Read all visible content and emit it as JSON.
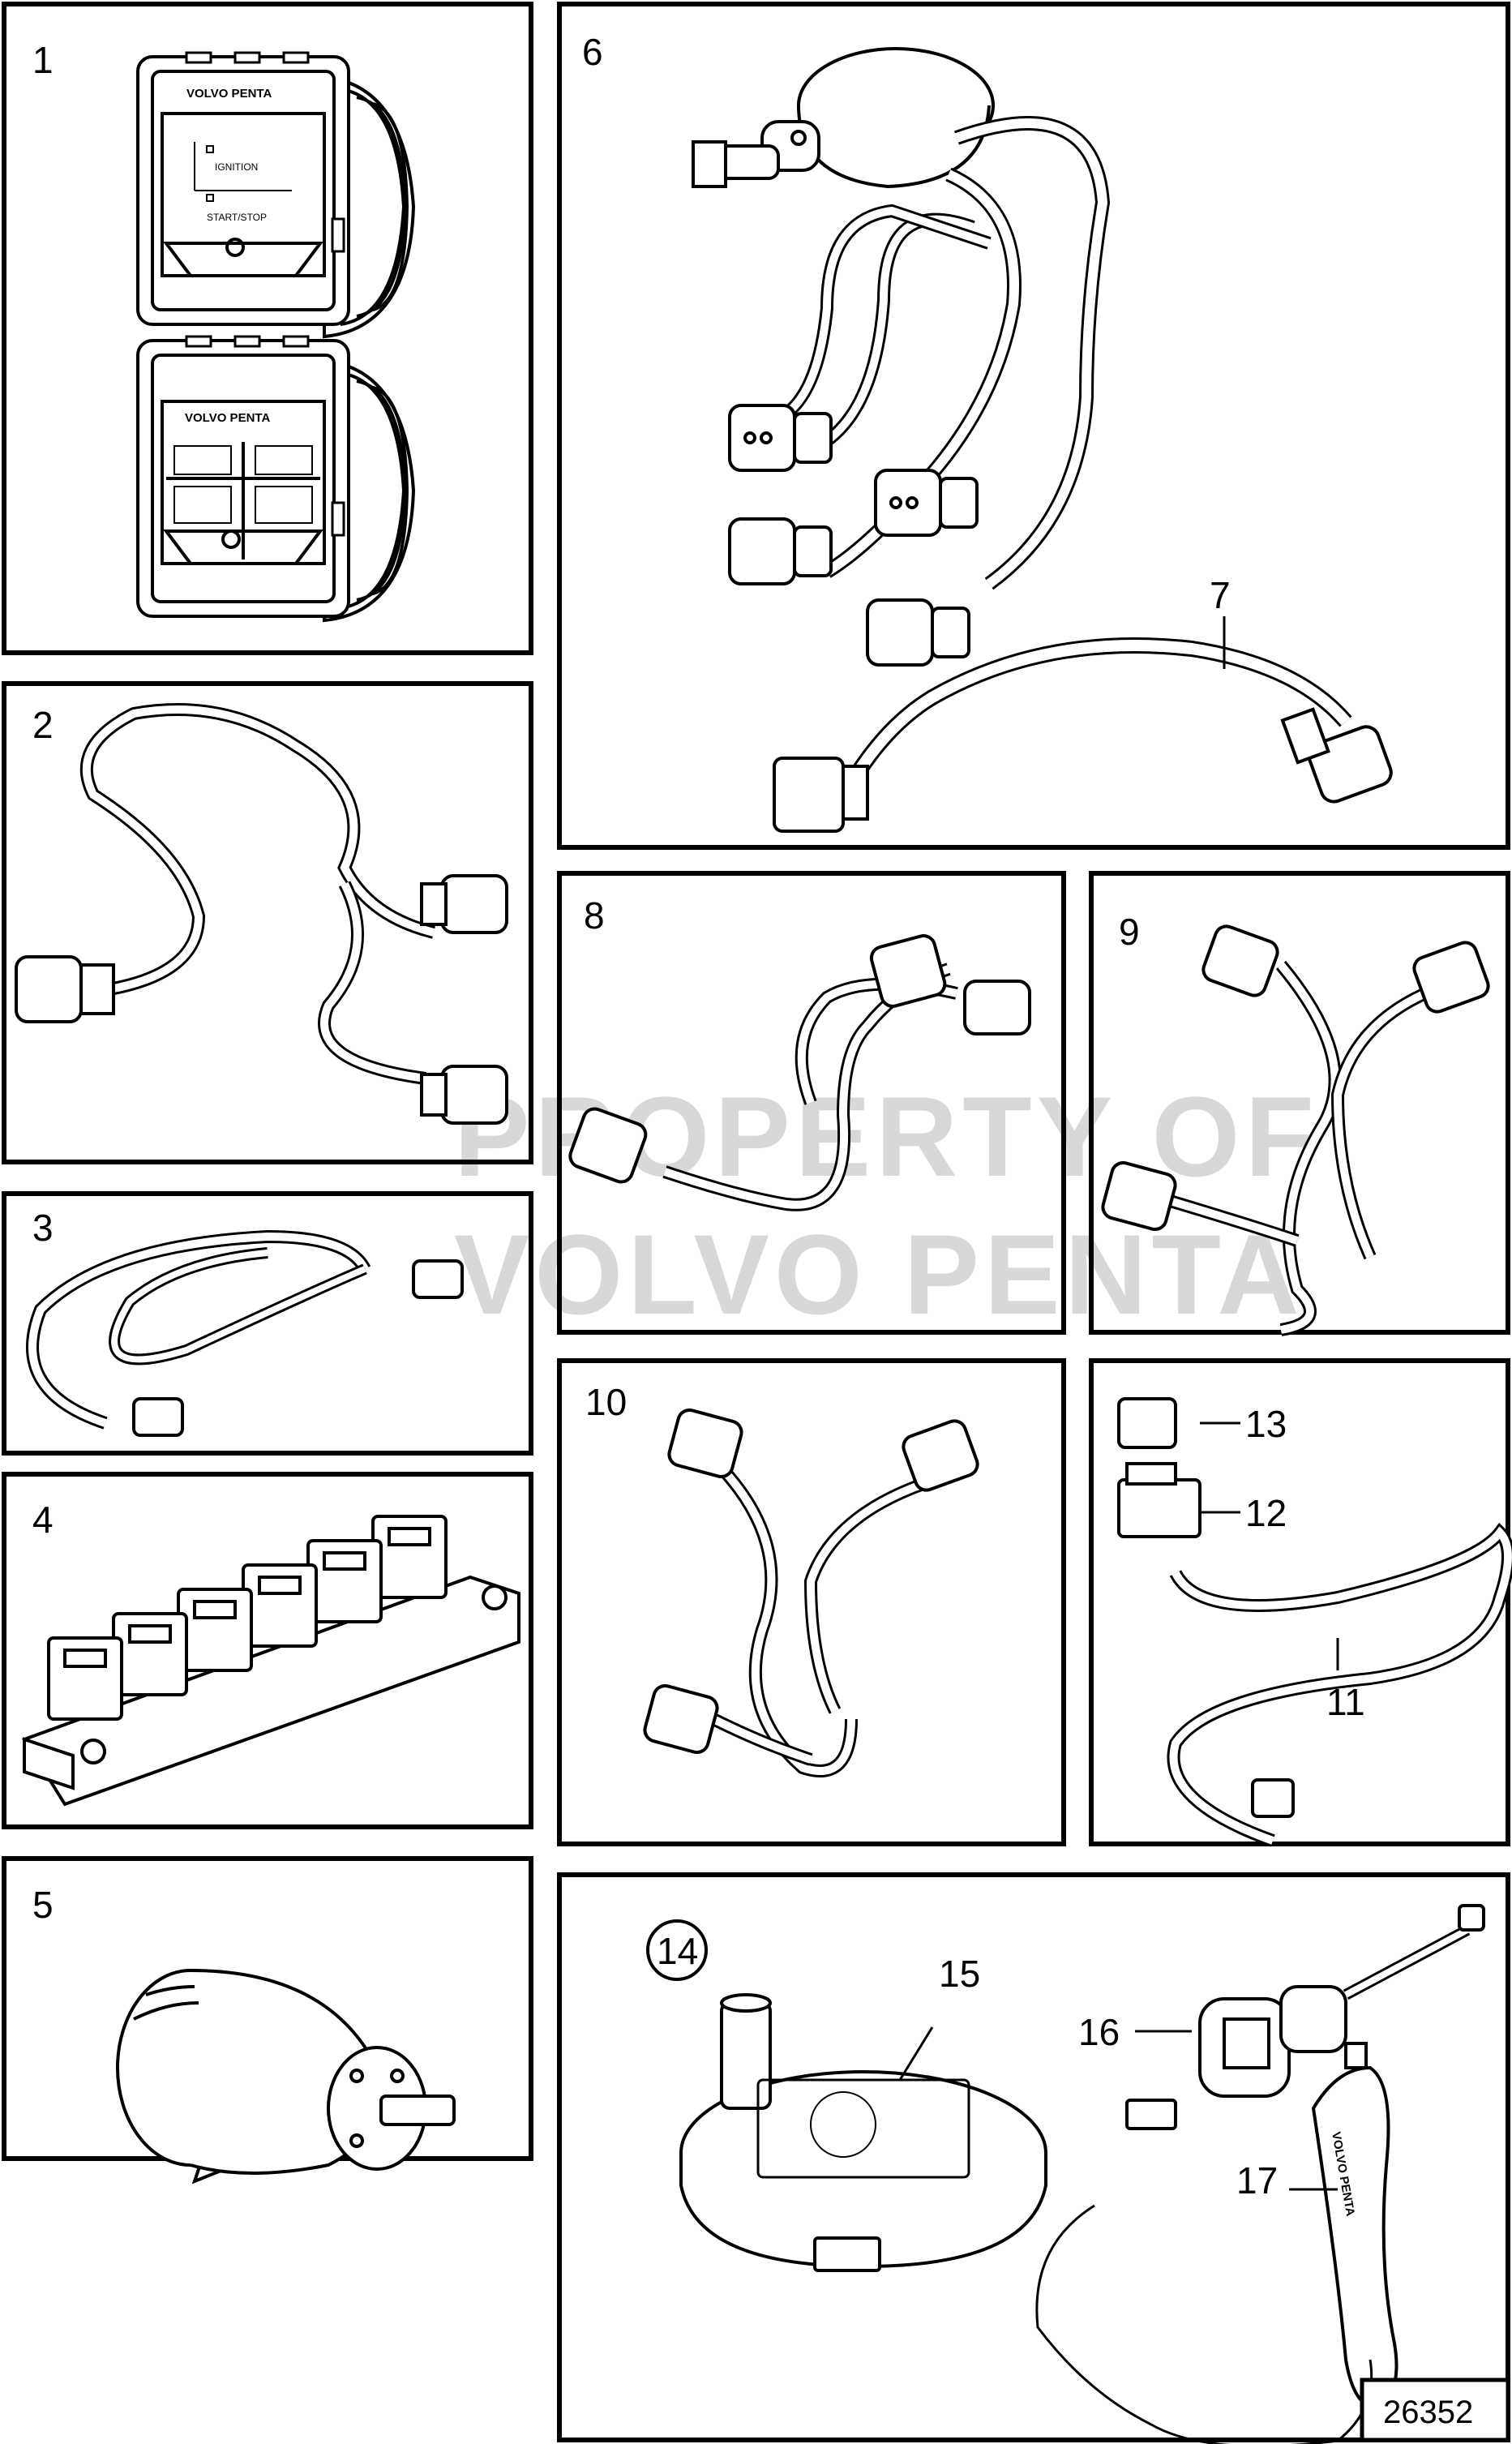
{
  "watermark": {
    "line1": "PROPERTY OF",
    "line2": "VOLVO PENTA"
  },
  "panel_labels": {
    "p1": "1",
    "p2": "2",
    "p3": "3",
    "p4": "4",
    "p5": "5",
    "p6": "6",
    "p7": "7",
    "p8": "8",
    "p9": "9",
    "p10": "10",
    "p11": "11",
    "p12": "12",
    "p13": "13",
    "p14": "14",
    "p15": "15",
    "p16": "16",
    "p17": "17"
  },
  "switch_panel": {
    "brand": "VOLVO PENTA",
    "ignition": "IGNITION",
    "start_stop": "START/STOP"
  },
  "tool": {
    "brand": "VOLVO PENTA"
  },
  "document_number": "26352"
}
